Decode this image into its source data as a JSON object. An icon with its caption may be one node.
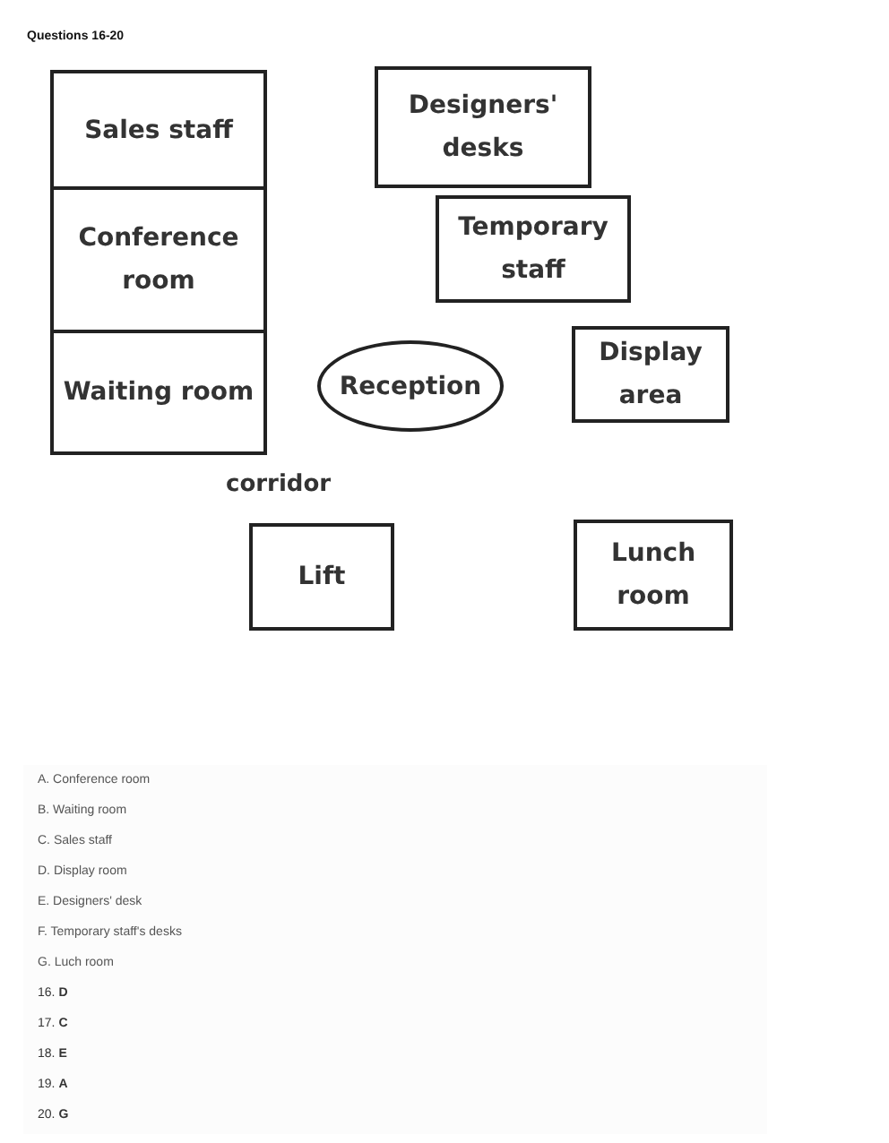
{
  "diagram": {
    "title": "Questions 16-20",
    "nodes": [
      {
        "text": [
          "Sales staff"
        ]
      },
      {
        "text": [
          "Conference room"
        ]
      },
      {
        "text": [
          "Waiting room"
        ]
      },
      {
        "text": [
          "Designers' desks"
        ]
      },
      {
        "text": [
          "Temporary staff"
        ]
      },
      {
        "text": [
          "Reception"
        ]
      },
      {
        "text": [
          "Display area"
        ]
      },
      {
        "text": [
          "Lift"
        ]
      },
      {
        "text": [
          "Lunch room"
        ]
      }
    ],
    "edges": [],
    "labels": [
      "corridor",
      "A.   Conference room",
      "B.   Waiting room",
      "C.  Sales staff",
      "D.  Display room",
      "E.   Designers' desk",
      "F.  Temporary staff's desks",
      "G.  Luch room",
      "16. **D**",
      "17. **C**",
      "18. **E**",
      "19. **A**",
      "20. **G**"
    ]
  }
}
